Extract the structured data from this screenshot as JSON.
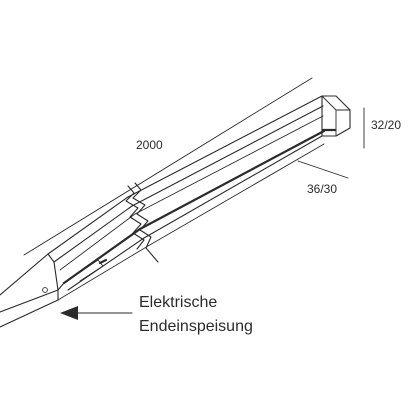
{
  "dimensions": {
    "length": "2000",
    "height": "32/20",
    "width": "36/30"
  },
  "callout": {
    "line1": "Elektrische",
    "line2": "Endeinspeisung"
  }
}
